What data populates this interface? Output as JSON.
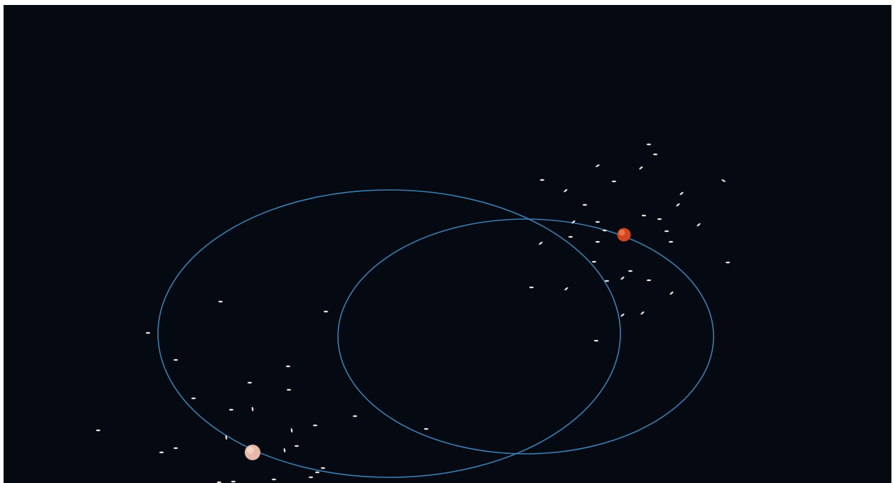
{
  "scene": {
    "background_color": "#050912",
    "orbit_color": "#3a7fb0",
    "particle_color": "#e8e4dc",
    "orbits": [
      {
        "name": "orbit-left"
      },
      {
        "name": "orbit-right"
      }
    ],
    "bodies": [
      {
        "name": "planet-red",
        "color": "#d2451e",
        "highlight": "#f08a5a"
      },
      {
        "name": "planet-pale",
        "color": "#e8b8a8",
        "highlight": "#f4ddd4"
      }
    ]
  }
}
